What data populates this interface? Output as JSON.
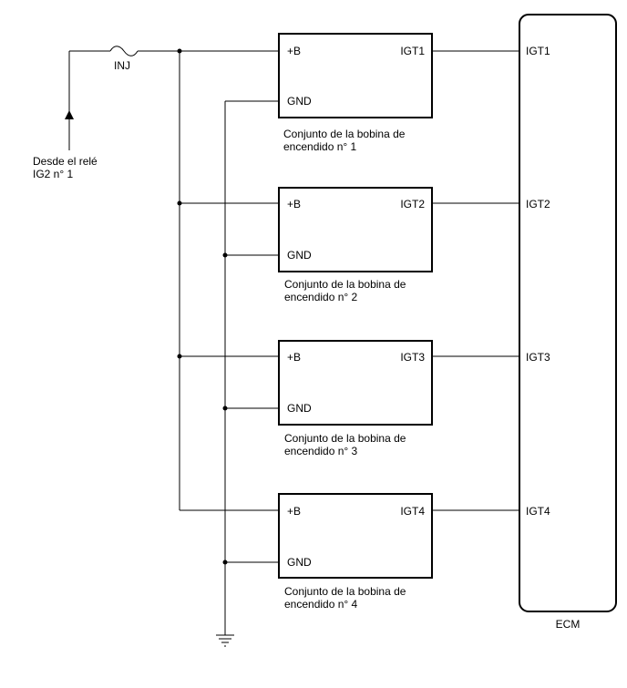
{
  "source": {
    "line1": "Desde el relé",
    "line2": "IG2 n° 1"
  },
  "fuse": {
    "label": "INJ"
  },
  "coils": [
    {
      "pin_b": "+B",
      "pin_gnd": "GND",
      "pin_out": "IGT1",
      "caption_line1": "Conjunto de la bobina de",
      "caption_line2": "encendido n° 1"
    },
    {
      "pin_b": "+B",
      "pin_gnd": "GND",
      "pin_out": "IGT2",
      "caption_line1": "Conjunto de la bobina de",
      "caption_line2": "encendido n° 2"
    },
    {
      "pin_b": "+B",
      "pin_gnd": "GND",
      "pin_out": "IGT3",
      "caption_line1": "Conjunto de la bobina de",
      "caption_line2": "encendido n° 3"
    },
    {
      "pin_b": "+B",
      "pin_gnd": "GND",
      "pin_out": "IGT4",
      "caption_line1": "Conjunto de la bobina de",
      "caption_line2": "encendido n° 4"
    }
  ],
  "ecm": {
    "label": "ECM",
    "pins": [
      "IGT1",
      "IGT2",
      "IGT3",
      "IGT4"
    ]
  }
}
